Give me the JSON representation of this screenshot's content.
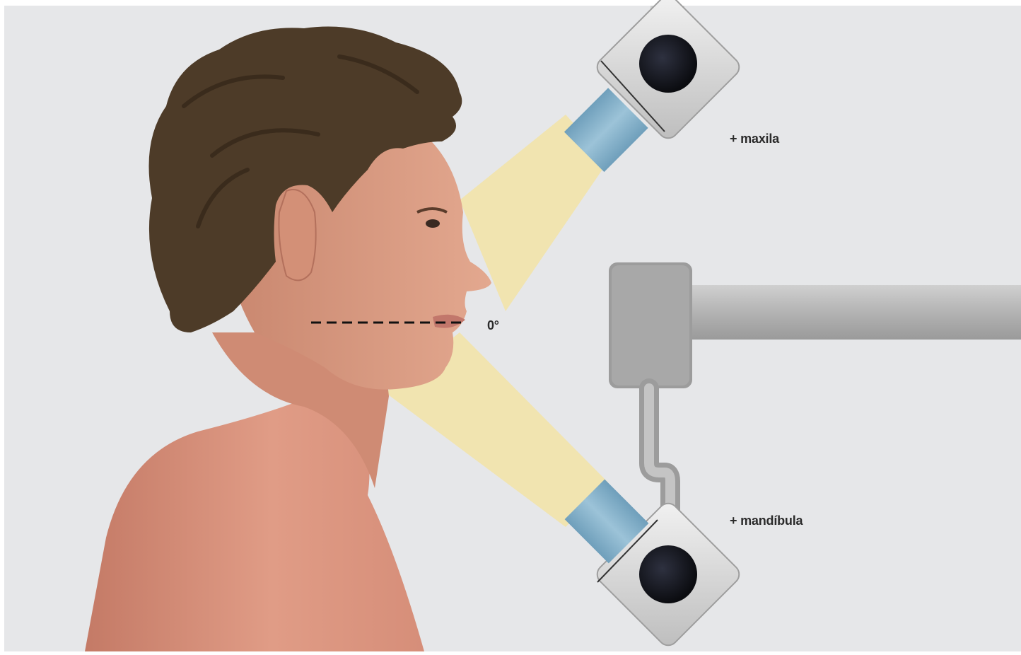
{
  "labels": {
    "maxila": "+ maxila",
    "mandibula": "+ mandíbula",
    "angle": "0°"
  },
  "colors": {
    "background": "#e6e7e9",
    "beam": "#f1e4ad",
    "cone": "#88b4cd",
    "housing": "#d8d8d8",
    "lens": "#16171c",
    "arm": "#b9b9b9",
    "skin": "#d9907c",
    "hair": "#4d3b28"
  }
}
